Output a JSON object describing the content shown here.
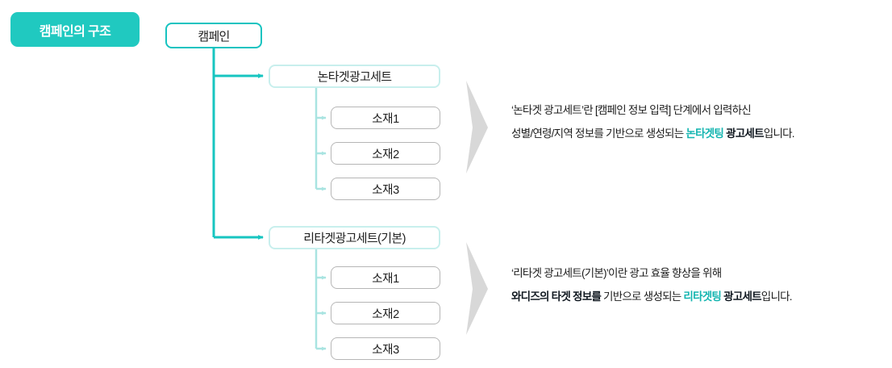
{
  "badge": {
    "label": "캠페인의 구조"
  },
  "tree": {
    "root": {
      "label": "캠페인"
    },
    "branches": [
      {
        "id": "non-target",
        "label": "논타겟광고세트",
        "creatives": [
          {
            "label": "소재1"
          },
          {
            "label": "소재2"
          },
          {
            "label": "소재3"
          }
        ]
      },
      {
        "id": "retarget",
        "label": "리타겟광고세트(기본)",
        "creatives": [
          {
            "label": "소재1"
          },
          {
            "label": "소재2"
          },
          {
            "label": "소재3"
          }
        ]
      }
    ]
  },
  "descriptions": [
    {
      "id": "non-target-desc",
      "line1": {
        "part1": "‘논타겟 광고세트’란 [캠페인 정보 입력] 단계에서 입력하신"
      },
      "line2": {
        "part1": "성별/연령/지역 정보를 기반으로 생성되는 ",
        "accent": "논타겟팅",
        "bold": " 광고세트",
        "part2": "입니다."
      }
    },
    {
      "id": "retarget-desc",
      "line1": {
        "part1": "‘리타겟 광고세트(기본)’이란 광고 효율 향상을 위해"
      },
      "line2": {
        "boldLead": "와디즈의 타겟 정보를",
        "part1": " 기반으로 생성되는 ",
        "accent": "리타겟팅",
        "bold": " 광고세트",
        "part2": "입니다."
      }
    }
  ],
  "colors": {
    "badge_bg": "#20c9c0",
    "root_border": "#16c3c0",
    "adset_border": "#c8efed",
    "creative_border": "#b6b6b6",
    "trunk_line": "#17c5c0",
    "branch_line": "#a9e4e1",
    "chevron_fill": "#d8d8d8",
    "accent_text": "#14b5b0"
  }
}
